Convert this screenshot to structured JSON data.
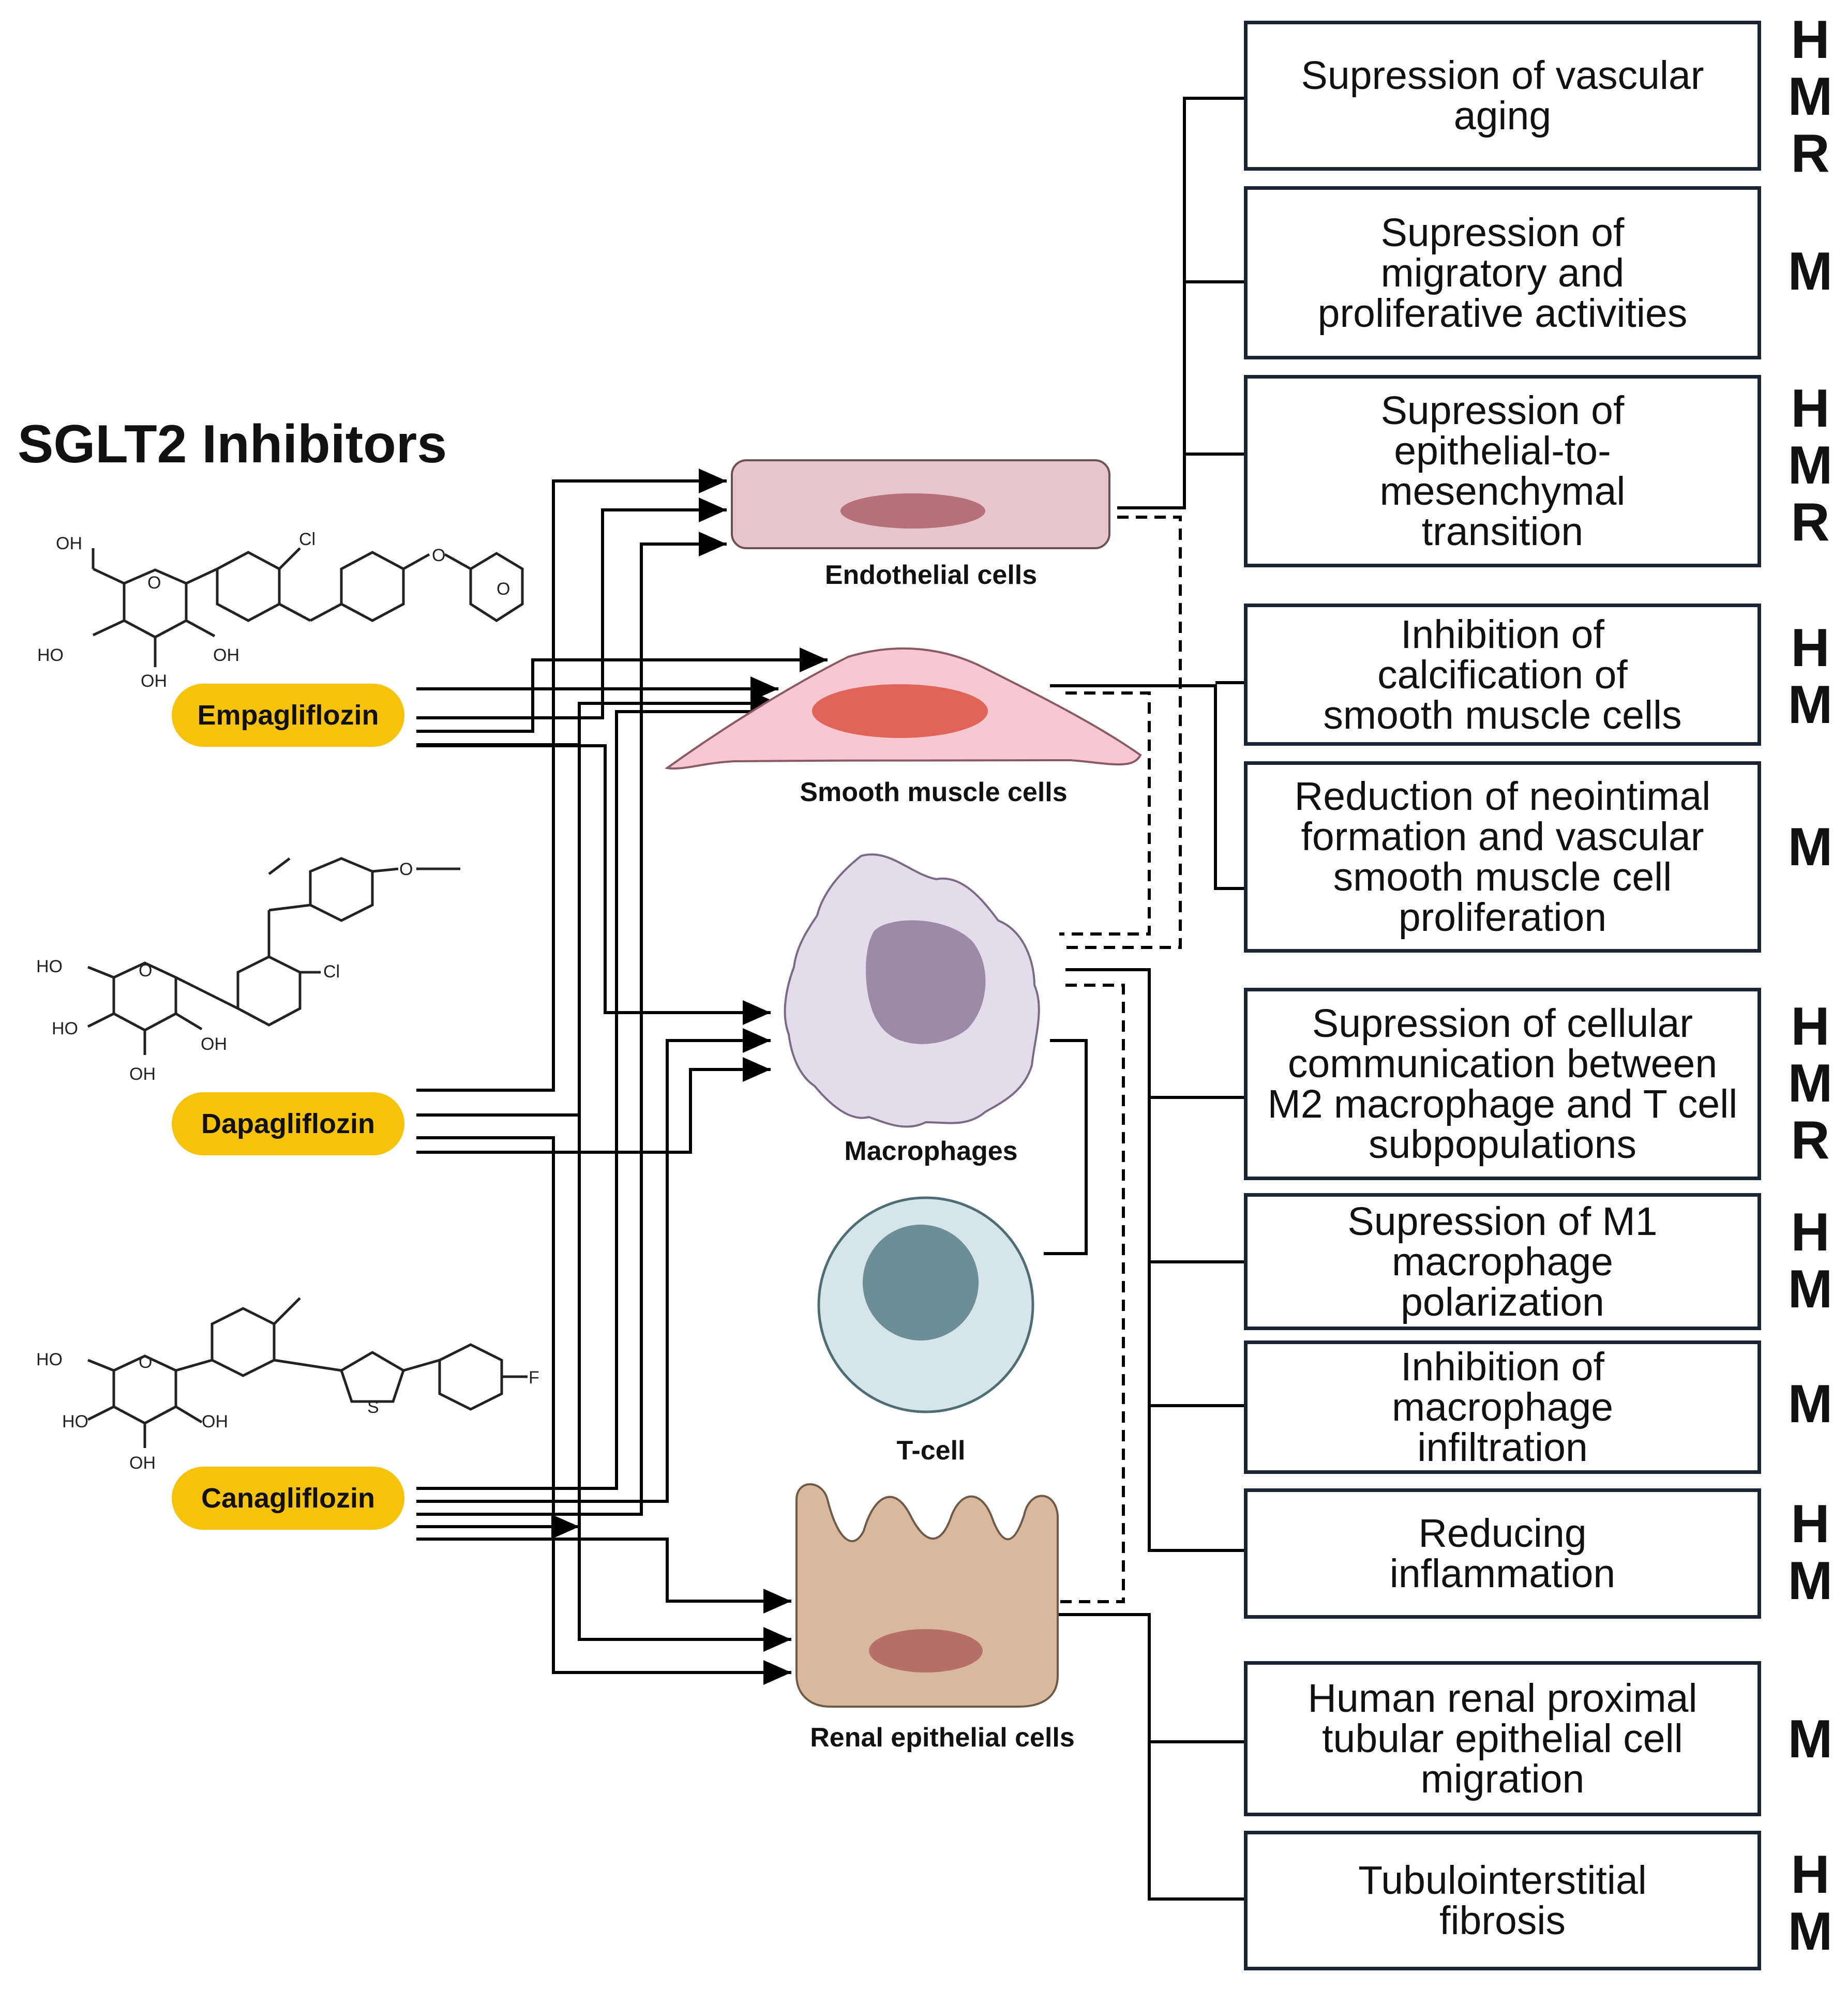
{
  "title": "SGLT2 Inhibitors",
  "drugs": {
    "empagliflozin": "Empagliflozin",
    "dapagliflozin": "Dapagliflozin",
    "canagliflozin": "Canagliflozin"
  },
  "molecule_atoms": {
    "empagliflozin": {
      "oh1": "OH",
      "oh2": "HO",
      "oh3": "OH",
      "oh4": "OH",
      "o_ring": "O",
      "cl": "Cl",
      "o_link": "O",
      "o_thf": "O"
    },
    "dapagliflozin": {
      "oh1": "HO",
      "oh2": "HO",
      "oh3": "OH",
      "oh4": "OH",
      "o_ring": "O",
      "cl": "Cl",
      "o_ethoxy": "O"
    },
    "canagliflozin": {
      "oh1": "HO",
      "oh2": "HO",
      "oh3": "OH",
      "oh4": "OH",
      "o_ring": "O",
      "s": "S",
      "f": "F"
    }
  },
  "cells": {
    "endothelial": "Endothelial cells",
    "smooth_muscle": "Smooth muscle cells",
    "macrophages": "Macrophages",
    "t_cell": "T-cell",
    "renal_epithelial": "Renal epithelial cells"
  },
  "effects": [
    {
      "text": [
        "Supression of vascular",
        "aging"
      ],
      "species": "H\nM\nR"
    },
    {
      "text": [
        "Supression of",
        "migratory and",
        "proliferative activities"
      ],
      "species": "M"
    },
    {
      "text": [
        "Supression of",
        "epithelial-to-",
        "mesenchymal",
        "transition"
      ],
      "species": "H\nM\nR"
    },
    {
      "text": [
        "Inhibition of",
        "calcification of",
        "smooth muscle cells"
      ],
      "species": "H\nM"
    },
    {
      "text": [
        "Reduction of neointimal",
        "formation and vascular",
        "smooth muscle cell",
        "proliferation"
      ],
      "species": "M"
    },
    {
      "text": [
        "Supression of cellular",
        "communication between",
        "M2 macrophage and T cell",
        "subpopulations"
      ],
      "species": "H\nM\nR"
    },
    {
      "text": [
        "Supression of M1",
        "macrophage",
        "polarization"
      ],
      "species": "H\nM"
    },
    {
      "text": [
        "Inhibition of",
        "macrophage",
        "infiltration"
      ],
      "species": "M"
    },
    {
      "text": [
        "Reducing",
        "inflammation"
      ],
      "species": "H\nM"
    },
    {
      "text": [
        "Human renal proximal",
        "tubular epithelial cell",
        "migration"
      ],
      "species": "M"
    },
    {
      "text": [
        "Tubulointerstitial",
        "fibrosis"
      ],
      "species": "H\nM"
    }
  ],
  "colors": {
    "drug_badge": "#f7c20a",
    "endothelial_fill": "#e7c5cc",
    "endothelial_nucleus": "#b5707a",
    "smooth_muscle_fill": "#f7c8d0",
    "smooth_muscle_nucleus": "#e0645a",
    "macrophage_fill": "#e3dcea",
    "macrophage_nucleus": "#9d8aa8",
    "t_cell_fill": "#d5e5ea",
    "t_cell_nucleus": "#6d8e96",
    "renal_fill": "#d9b99e",
    "renal_nucleus": "#b5706a",
    "box_border": "#1b2433"
  }
}
